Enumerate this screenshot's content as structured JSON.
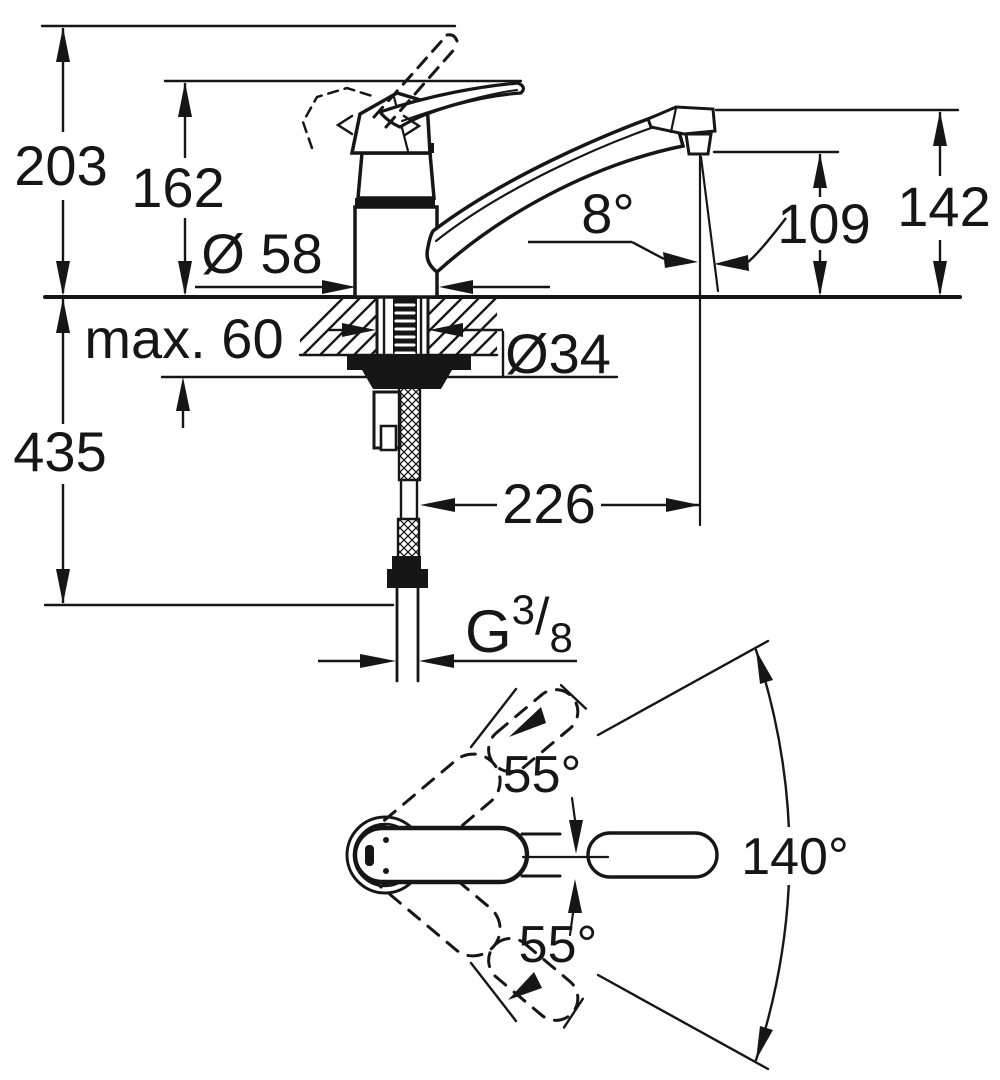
{
  "diagram": {
    "type": "technical-drawing",
    "subject": "single-lever kitchen sink mixer tap, side installation view and top swivel-range view",
    "colors": {
      "line": "#161616",
      "background": "#ffffff"
    },
    "dimensions": {
      "total_height": "203",
      "height_to_spout_top_edge": "162",
      "base_diameter": "Ø 58",
      "max_deck_thickness": "max. 60",
      "hose_length_below_deck": "435",
      "shank_diameter": "Ø34",
      "spout_reach": "226",
      "stream_angle": "8°",
      "outlet_height_above_deck": "109",
      "spout_outlet_top_height": "142",
      "thread_letter": "G",
      "thread_numerator": "3",
      "thread_slash": "/",
      "thread_denominator": "8",
      "lever_swing_upper": "55°",
      "spout_swivel_range": "140°",
      "lever_swing_lower": "55°"
    }
  }
}
